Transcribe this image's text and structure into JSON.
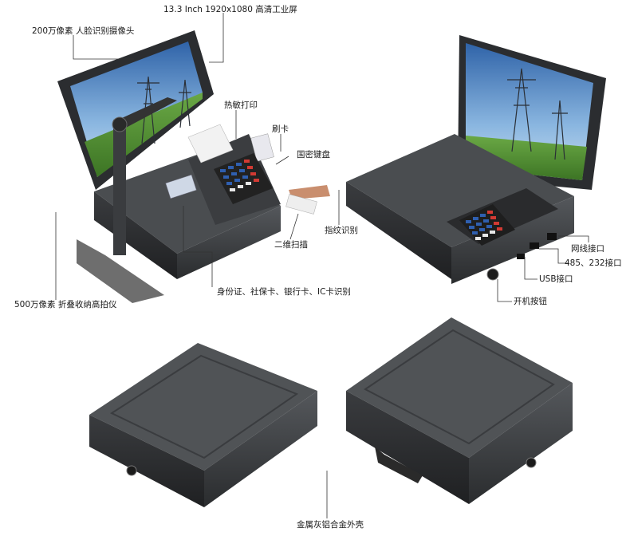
{
  "callouts": {
    "screen": "13.3 Inch 1920x1080 高清工业屏",
    "face_camera": "200万像素 人脸识别摄像头",
    "thermal_printer": "热敏打印",
    "card_swipe": "刷卡",
    "keypad": "国密键盘",
    "fingerprint": "指纹识别",
    "qr_scan": "二维扫描",
    "card_reader": "身份证、社保卡、银行卡、IC卡识别",
    "doc_camera": "500万像素 折叠收纳高拍仪",
    "ethernet": "网线接口",
    "serial": "485、232接口",
    "usb": "USB接口",
    "power": "开机按钮",
    "housing": "金属灰铝合金外壳"
  },
  "colors": {
    "body_dark": "#2f3133",
    "body_mid": "#45484b",
    "sky": "#4f86c6",
    "grass": "#5c9b3a",
    "keypad_red": "#d23a33",
    "keypad_blue": "#2f5fb0"
  }
}
